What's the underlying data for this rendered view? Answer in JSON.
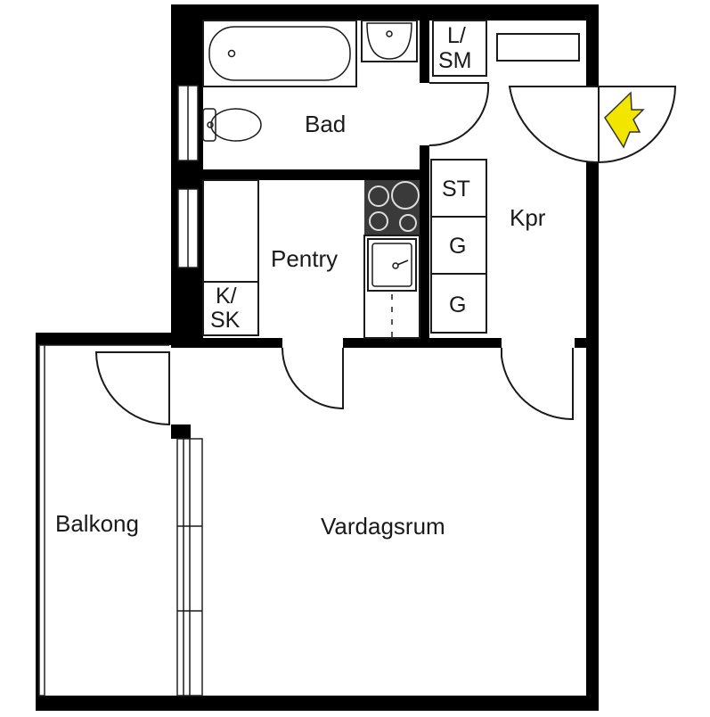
{
  "rooms": {
    "bad": "Bad",
    "pentry": "Pentry",
    "kpr": "Kpr",
    "vardagsrum": "Vardagsrum",
    "balkong": "Balkong"
  },
  "fixtures": {
    "laundry": [
      "L/",
      "SM"
    ],
    "wardrobe_st": "ST",
    "wardrobe_g1": "G",
    "wardrobe_g2": "G",
    "fridge_freezer": [
      "K/",
      "SK"
    ]
  },
  "entrance_marker_color": "#f2e600",
  "caption": ""
}
